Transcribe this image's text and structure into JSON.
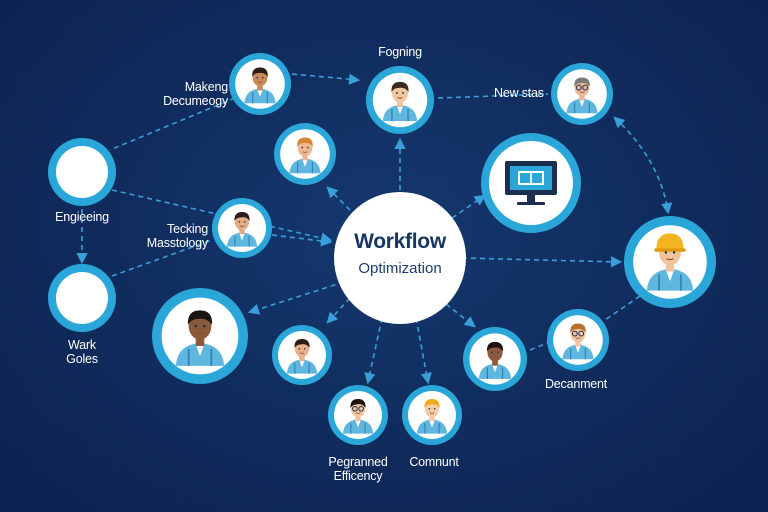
{
  "center": {
    "title": "Workflow",
    "subtitle": "Optimization"
  },
  "labels": {
    "making": [
      "Makeng",
      "Decumeogy"
    ],
    "fogning": [
      "Fogning"
    ],
    "new_stas": [
      "New stas"
    ],
    "engieeing": [
      "Engieeing"
    ],
    "tecking": [
      "Tecking",
      "Masstology"
    ],
    "wark": [
      "Wark",
      "Goles"
    ],
    "decanment": [
      "Decanment"
    ],
    "pegranned": [
      "Pegranned",
      "Efficency"
    ],
    "comnunt": [
      "Comnunt"
    ]
  },
  "icons": {
    "avatar": "person-icon",
    "monitor": "monitor-icon"
  },
  "colors": {
    "background": "#0f2a5a",
    "ring": "#2aa6d8",
    "node_fill": "#ffffff",
    "link": "#3a9fd9"
  }
}
